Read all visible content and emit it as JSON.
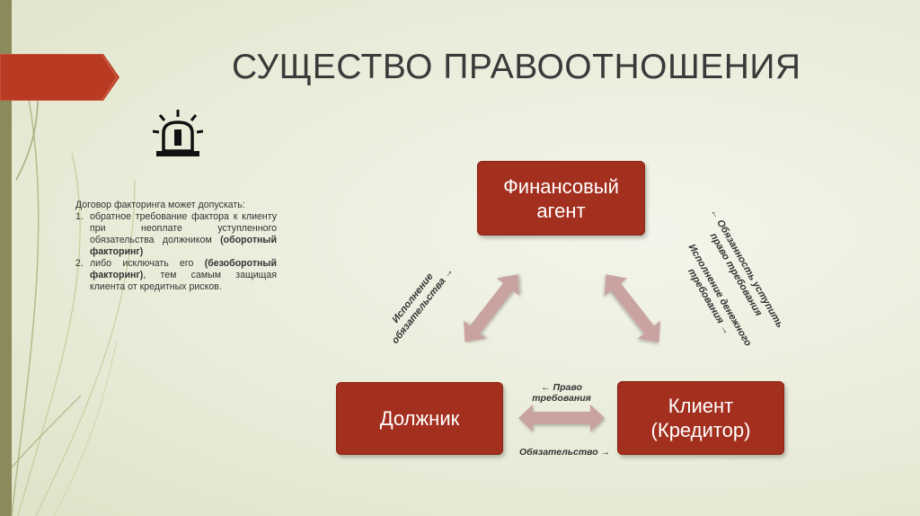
{
  "slide": {
    "title": "СУЩЕСТВО ПРАВООТНОШЕНИЯ",
    "body": {
      "intro": "Договор факторинга может допускать:",
      "items": [
        {
          "num": "1.",
          "text_pre": "обратное требование фактора к клиенту при неоплате уступленного обязательства должником ",
          "text_bold": "(оборотный факторинг)",
          "text_post": ""
        },
        {
          "num": "2.",
          "text_pre": "либо исключать его ",
          "text_bold": "(безоборотный факторинг)",
          "text_post": ", тем самым защищая клиента от кредитных рисков."
        }
      ]
    },
    "colors": {
      "box": "#a32f1f",
      "arrow": "#c9a3a0",
      "leftbar": "#8a8a5a",
      "banner": "#b93a22"
    },
    "icon": "alarm-light-icon"
  },
  "diagram": {
    "nodes": {
      "agent": "Финансовый агент",
      "debtor": "Должник",
      "client": "Клиент (Кредитор)"
    },
    "labels": {
      "left_edge": "Исполнение обязательства →",
      "right_edge_1": "← Обязанность уступить право требования",
      "right_edge_2": "Исполнение денежного требования →",
      "bottom_top": "← Право требования",
      "bottom_bottom": "Обязательство →"
    }
  }
}
